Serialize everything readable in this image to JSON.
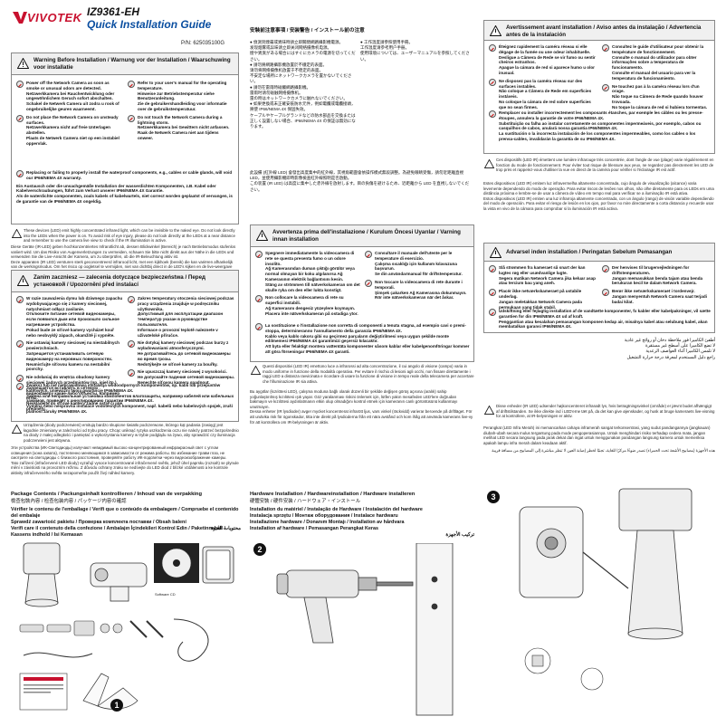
{
  "header": {
    "brand": "VIVOTEK",
    "model": "IZ9361-EH",
    "title": "Quick Installation Guide",
    "part_number": "P/N: 625035100G"
  },
  "warning_en": {
    "heading": "Warning Before Installation / Warnung vor der Installation / Waarschuwing voor installatie",
    "left": [
      "Power off the Network Camera as soon as smoke or unusual odors are detected.\nNetzwerkkamera bei Rauchentwicklung oder ungewöhnlichem Geruch sofort abschalten.\nSchakel de Netwerk Camera uit zodra u rook of ongebruikelijke geuren waarneemt.",
      "Do not place the Network Camera on unsteady surfaces.\nNetzwerkkamera nicht auf freie Unterlagen abstellen.\nPlaats de Netwerk Camera niet op een instabiel oppervlak.",
      "Replacing or failing to properly install the waterproof components, e.g., cables or cable glands, will void our IP66/NEMA 4X warranty."
    ],
    "right": [
      "Refer to your user's manual for the operating temperature.\nHinweise zur Betriebstemperatur siehe Benutzeranleitung.\nZie de gebruikershandleiding voor informatie over de gebruikstemperatuur.",
      "Do not touch the Network Camera during a lightning storm.\nNetzwerkkamera bei Gewittern nicht anfassen.\nRaak de Netwerk Camera niet aan tijdens onweer."
    ],
    "extra": "Ein Austausch oder die unsachgemäße Installation der wasserdichten Komponenten, z.B. Kabel oder Kabelverschraubungen, führt zum Verlust unserer IP66/NEMA 4X Garantie.\nAls de waterdichte componenten, zoals kabels of kabelwartels, niet correct worden geplaatst of vervangen, is de garantie van de IP66/NEMA 4X ongeldig.",
    "note": "These devices (LED) emit highly concentrated infrared light, which can be invisible to the naked eye. Do not look directly into the LEDs when the power is on. To avoid risk of eye injury, please do not look directly at the LEDs at a near distance and remember to use the camera live view to check if the IR illumination is active.",
    "body": "Diese Geräte (IR-LED) geben hochkonzentriertes Infrarotlicht ab, dessen Blickwinkel (Bereich) je nach Betriebsmodus stufenlos variiert wird. Um das Risiko von Augenverletzungen zu vermeiden, schauen Sie bitte nicht direkt aus der Nähe in die LEDs und verwenden Sie die Live-Ansicht der Kamera, um zu überprüfen, ob die IR-Beleuchtung aktiv ist.\nDeze apparaten (IR LED) versturen sterk geconcentreerd infrarood licht, met een kijkhoek (bereik) die kan variëren afhankelijk van de werkingsmodus. Om het risico op oogletsel te vermijden, niet van dichtbij direct in de LED's kijken en de live-weergave van de camera gebruiken om te controleren of de IR-verlichting actief is."
  },
  "warning_asia": {
    "heading": "安裝前注意事項 / 安装警告 / インストール前の注意",
    "lines": "● 偵測到煙霧或異味時請立即關閉網路攝影機電源。\n  发现烟雾或异味请立即关闭网络摄像机电源。\n  煙や異臭がある場合にはすぐにカメラの電源を切ってください。\n● 請勿將網路攝影機放置於不穩定的表面。\n  请勿将网络摄像机放置于不稳定的表面。\n  不安定な場所にネットワークカメラを置かないでください。\n● 請勿在雷雨時碰觸網路攝影機。\n  雷雨时请勿碰触网络摄像机。\n  雷の時はネットワークカメラに触れないでください。\n● 如果更換或未正確安裝防水元件，例如電纜或電纜接頭，將使 IP66/NEMA 4X 保固失效。\n  ケーブルやケーブルグランドなどの防水部品を交換または正しく設置しない場合、IP66/NEMA 4X の保証は無効になります。",
    "right_lines": "● 工作溫度請參照使用手冊。\n  工作温度请参考用户手册。\n  使用環境については、ユーザーマニュアルを参照してください。",
    "body": "此設備 (紅外線 LED) 會發出高度集中的紅外線，其視角範圍會依操作模式無段調整。為避免眼睛受傷，請勿近距離直視 LED，並使用攝影機即時影像檢查紅外線照明是否啟動。\nこの装置 (IR LED) は高度に集中した赤外線を放射します。目の負傷を避けるため、近距離から LED を直視しないでください。"
  },
  "warning_fr": {
    "heading": "Avertissement avant installation / Aviso antes da instalação / Advertencia antes de la instalación",
    "left": [
      "Éteignez rapidement la caméra réseau si elle dégage de la fumée ou une odeur inhabituelle.\nDesligue a Câmera de Rede se vir fumo ou sentir cheiros estranhos.\nApague la cámara de red si aparece humo u olor inusual.",
      "Ne disposez pas la caméra réseau sur des surfaces instables.\nNão coloque a Câmera de Rede em superfícies instáveis.\nNo coloque la cámara de red sobre superficies que no sean firmes.",
      "Remplacer ou installer incorrectement les composants étanches, par exemple les câbles ou les presse-étoupes, annulera la garantie de votre IP66/NEMA 4X.\nSubstituição ou falha ao instalar corretamente os componentes impermeáveis, por exemplo, cabos ou casquilhos de cabos, anulará nossa garantia IP66/NEMA 4X.\nLa sustitución o la incorrecta instalación de los componentes impermeables, como los cables o los prensa-cables, invalidarán la garantía de su IP66/NEMA 4X."
    ],
    "right": [
      "Consultez le guide d'utilisateur pour obtenir la température de fonctionnement.\nConsulte o manual do utilizador para obter informações sobre a temperatura de funcionamento.\nConsulte el manual del usuario para ver la temperatura de funcionamiento.",
      "Ne touchez pas à la caméra réseau lors d'un orage.\nNão toque na Câmera de Rede quando houver trovoada.\nNo toque la cámara de red si hubiera tormentas."
    ],
    "note": "Ces dispositifs (LED IR) émettent une lumière infrarouge très concentrée, dont l'angle de vue (plage) varie régulièrement en fonction du mode de fonctionnement. Pour éviter tout risque de blessure aux yeux, ne regardez pas directement les LED de trop près et rappelez-vous d'utiliser la vue en direct de la caméra pour vérifier si l'éclairage IR est actif.",
    "body": "Estes dispositivos (LED IR) emitem luz infravermelha altamente concentrada, cujo ângulo de visualização (alcance) varia levemente dependendo do modo de operação. Para evitar riscos de lesões nos olhos, não olhe diretamente para os LEDs em uma distância próxima e lembre-se de usar a câmera de vídeo em tempo real para verificar se a iluminação IR está ativa.\nEstos dispositivos (LED IR) emiten una luz infrarroja altamente concentrada, con un ángulo (rango) de visión variable dependiendo del modo de operación. Para evitar el riesgo de lesión en los ojos, por favor no mire directamente a corta distancia y recuerde usar la vista en vivo de la cámara para comprobar si la iluminación IR está activa."
  },
  "warning_pl": {
    "heading": "Zanim zaczniesz — zalecenia dotyczące bezpieczeństwa / Перед установкой / Upozornění před instalací",
    "left": [
      "W razie zauważenia dymu lub dziwnego zapachu wydobywającego się z kamery sieciowej, natychmiast odłącz zasilanie.\nОтключите питание сетевой видеокамеры, если появился дым или произошло сильное нагревание устройства.\nPokud bude ze síťové kamery vycházet kouř nebo neobvyklý zápach, okamžitě ji vypněte.",
      "Nie ustawiaj kamery sieciowej na niestabilnych powierzchniach.\nЗапрещается устанавливать сетевую видеокамеру на неровных поверхностях.\nNeumisťujte síťovou kameru na nestabilní povrchy.",
      "Nie odsłaniaj do wnętrza obudowy kamery sieciowej żadnych przedmiotów (np. igieł itp.).\nЗапрещается вставлять в сетевую видеокамеру какие-либо объекты, например иглы.\nNevkládejte do síťové kamery žádné ostré či jiné předměty.",
      "Zwiększ lub nie nieprawidłowa instalacja wodoodpornych komponentów, np. kabli lub przepustów kablowych, unieważni twoją gwarancję IP66/NEMA 4X.\nЗамена или неправильная установка компонентов влагозащиты, например кабелей или кабельных зажимов, приведёт к аннулированию гарантии IP66/NEMA 4X.\nVýměna nebo nesprávná instalace vodotěsných komponent, např. kabelů nebo kabelových spojek, zruší platnost záruky IP66/NEMA 4X."
    ],
    "right": [
      "Zakres temperatury otoczenia sieciowej podczas pracy urządzenia znajduje w podręczniku użytkownika.\nДопустимый для эксплуатации диапазон температур указан в руководстве пользователя.\nInformace o provozní teplotě naleznete v uživatelské příručce.",
      "Nie dotykaj kamery sieciowej podczas burzy z wyładowaniami atmosferycznymi.\nНе дотрагивайтесь до сетевой видеокамеры во время грозы.\nNedotýkejte se síťové kamery za bouřky.",
      "Nie upuszczaj kamery sieciowej z wysokości.\nНе допускайте падения сетевой видеокамеры.\nNenechte síťovou kameru spadnout."
    ],
    "note": "Urządzenia (diody podczerwieni) emitują bardzo skupione światło podczerwone, którego kąt padania (zasięg) jest łagodnie zmieniany w zależności od trybu pracy. Chcąc uniknąć ryzyka uszkodzenia oczu nie należy patrzeć bezpośrednio na diody z małej odległości i pamiętać o wykorzystaniu kamery w trybie podglądu na żywo, aby sprawdzić czy iluminacja podczerwieni jest aktywna.",
    "body": "Эти устройства (ИК-Светодиоды) излучают невидимый высоко концентрированный инфракрасный свет с углом освещения (зона охвата), постепенно меняющимся в зависимости от режима работы. Во избежание травм глаз, не смотрите на светодиоды с близкого расстояния, проверяйте работу ИК-подсветки через видеоизображение камеры.\nTato zařízení (infračervené LED diody) vyzařují vysoce koncentrované infračervené světlo, jehož úhel paprsku (rozsah) se plynule mění v závislosti na provozním režimu. Z důvodu ochrany zraku se nedívejte do LED diod z blízké vzdálenosti a ke kontrole aktivity infračerveného světla nezapomeňte použít živý náhled kamery."
  },
  "warning_it": {
    "heading": "Avvertenza prima dell'installazione / Kurulum Öncesi Uyarılar / Varning innan installation",
    "left": [
      "Spegnere immediatamente la videocamera di rete se questa presenta fumo o un odore insolito.\nAğ Kamerasından duman çıktığı görülür veya normal olmayan bir koku algılanırsa Ağ Kamerasının elektrik bağlantısını kesin.\nStäng av strömmen till nätverkskameran om det skulle ryka om den eller lukta konstigt.",
      "Non collocare la videocamera di rete su superfici instabili.\nAğ Kamerasını dengesiz yüzeylere koymayın.\nPlacera inte nätverkskameran på ostadiga ytor.",
      "La sostituzione o l'installazione non corretta di componenti a tenuta stagna, ad esempio cavi o premi-stoppa, determineranno l'annullamento della garanzia IP66/NEMA 4X.\nKablo veya kablo rakoru gibi su geçirmez parçaların değiştirilmesi veya uygun şekilde monte edilmemesi IP66/NEMA 4X garantimizi geçersiz kılacaktır.\nAtt byta eller felaktigt montera vattentäta komponenter såsom kablar eller kabelgenomföringar kommer att göra förseningar IP66/NEMA 4X garanti."
    ],
    "right": [
      "Consultare il manuale dell'utente per le temperature di esercizio.\nÇalışma sıcaklığı için kullanım kılavuzuna başvurun.\nSe din användarmanual för driftstemperatur.",
      "Non toccare la videocamera di rete durante i temporali.\nŞimşek çakarken Ağ Kamerasına dokunmayın.\nRör inte nätverkskameran när det åskar."
    ],
    "note": "Questi dispositivi (LED IR) emettono luce a infrarossi ad alta concentrazione, il cui angolo di visione (campo) varia in modo uniforme in funzione della modalità operativa. Per evitare il rischio di lesioni agli occhi, non fissare direttamente i raggi LED a distanza ravvicinata e ricordare di usare la funzione di visione in tempo reale della telecamera per accertare che l'illuminazione IR sia attiva.",
    "body": "Bu aygıtlar (kızılötesi LED), çalışma moduna bağlı olarak düzenli bir şekilde değişen görüş açısına (aralık) sahip yoğunlaştırılmış kızılötesi ışık yayar. Göz yaralanması riskini önlemek için, lütfen yakın mesafeden LED'lere doğrudan bakmayın ve kızılötesi aydınlatmanın etkin olup olmadığını kontrol etmek için kameranın canlı görüntüsünü kullanmayı unutmayın.\nDessa enheter (IR lysdioder) avger mycket koncentrerat infrarött ljus, vars vinkel (räckvidd) varierar beroende på driftläget. För att undvika risk för ögonskador, titta inte direkt på lysdioderna från ett nära avstånd och kom ihåg att använda kamerans live-vy för att kontrollera om IR-belysningen är aktiv."
  },
  "warning_nl": {
    "heading": "Advarsel inden installation / Peringatan Sebelum Pemasangan",
    "left": [
      "Slå strømmen fra kameraet så snart der kan lugtes røg eller usædvanlige lugte.\nSegera matikan Network Camera jika keluar asap atau tercium bau yang aneh.",
      "Placér ikke netværkskameraet på ustabile underlag.\nJangan meletakkan Network Camera pada permukaan yang tidak stabil.",
      "Udskiftning eller fejlagtig installation af de vandtætte komponenter, fx kabler eller kabelpakninger, vil sætte garantien for din IP66/NEMA 4X ud af kraft.\nPenggantian atau kesalahan pemasangan komponen kedap air, misalnya kabel atau selubung kabel, akan membatalkan garansi IP66/NEMA 4X."
    ],
    "right": [
      "Der henvises til brugervejledningen for driftstemperaturen.\nJangan memasukkan benda tajam atau benda berukuran kecil ke dalam Network Camera.",
      "Berør ikke netværkskameraet i tordenvejr.\nJangan menyentuh Network Camera saat terjadi badai kilat."
    ],
    "arabic_lines": "أطفئ الكاميرا فور ملاحظة دخان أو روائح غير عادية\nلا تضع الكاميرا على أسطح غير مستقرة\nلا تلمس الكاميرا أثناء العواصف الرعدية\nراجع دليل المستخدم لمعرفة درجة حرارة التشغيل",
    "note": "Disse enheder (IR LED) udsender højkoncentreret infrarødt lys, hvis betragtningsvinkel (område) er jævnt budet afhængigt af driftstilstanden. Se ikke direkte ind i LED'erne tæt på, da det kan give øjenskader, og husk at bruge kameraets live-visning for at kontrollere, at IR-belysningen er aktiv.",
    "body": "Perangkat (LED Infra Merah) ini memancarkan cahaya inframerah sangat terkonsentrasi, yang sudut pandangannya (jangkauan) diubah-ubah secara mulus tergantung pada mode pengoperasiannya. Untuk menghindari risiko terhadap cedera mata, jangan melihat LED secara langsung pada jarak dekat dan ingat untuk menggunakan pandangan langsung kamera untuk memeriksa apakah lampu infra merah dalam keadaan aktif.",
    "arabic_body": "هذه الأجهزة (مصابيح الأشعة تحت الحمراء) تصدر ضوءًا مركزًا للغاية، تجنبًا لخطر إصابة العين لا تنظر مباشرة إلى المصابيح من مسافة قريبة"
  },
  "package": {
    "heading": "Package Contents / Packungsinhalt kontrollieren / Inhoud van de verpakking",
    "heading_asia": "檢查包裝內容 / 检查包装内容 / パッケージ内容の確認",
    "lines": "Vérifier le contenu de l'emballage / Verifi que o conteúdo da embalagem / Compruebe el contenido del embalaje\nSprawdź zawartość pakietu / Проверка комплекта поставки / Obsah balení\nVerifi care il contenuto della confezione / Ambalajın İçindekileri Kontrol Edin / Paketinnehåll / Kassens indhold / Isi Kemasan",
    "arabic": "محتويات العبوة",
    "cd_label": "Software CD",
    "step": "1"
  },
  "hardware": {
    "heading": "Hardware Installation / Hardwareinstallation / Hardware installeren",
    "heading_asia": "硬體安裝 / 硬件安装 / ハードウェア・インストール",
    "lines": "Installation du matériel / Instalação de Hardware / Instalación del hardware\nInstalacja sprzętu / Монтаж оборудования / Instalace hardwaru\nInstallazione hardware / Donanım Montajı / Installation av hårdvara\nInstallation af hardware / Pemasangan Perangkat Keras",
    "arabic": "تركيب الأجهزة",
    "step2": "2",
    "step3": "3"
  },
  "colors": {
    "brand_red": "#c8102e",
    "title_blue": "#0a4ea0"
  }
}
